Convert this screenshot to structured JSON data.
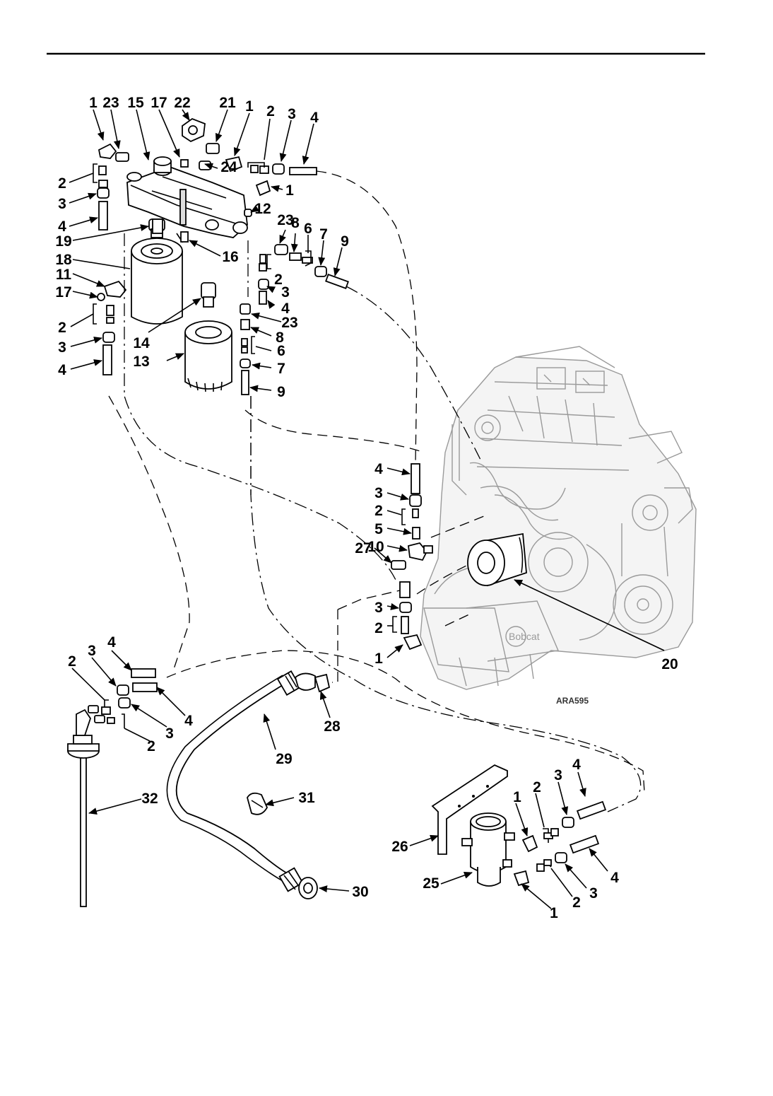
{
  "figure": {
    "code": "ARA595",
    "callouts": [
      "1",
      "2",
      "3",
      "4",
      "5",
      "6",
      "7",
      "8",
      "9",
      "10",
      "11",
      "12",
      "13",
      "14",
      "15",
      "16",
      "17",
      "18",
      "19",
      "20",
      "21",
      "22",
      "23",
      "24",
      "25",
      "26",
      "27",
      "28",
      "29",
      "30",
      "31",
      "32"
    ]
  },
  "colors": {
    "line": "#000000",
    "engine": "#9a9a9a",
    "background": "#ffffff"
  }
}
